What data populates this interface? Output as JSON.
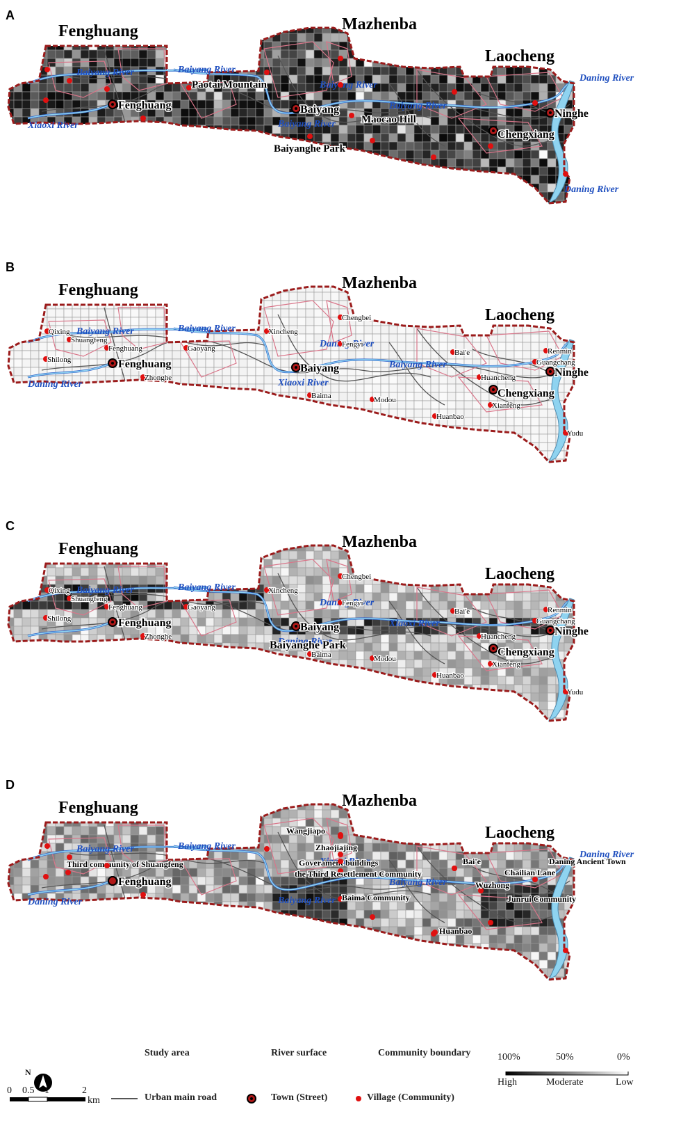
{
  "figure": {
    "panels": [
      {
        "letter": "A",
        "regions": [
          "Fenghuang",
          "Mazhenba",
          "Laocheng"
        ],
        "towns": [
          "Fenghuang",
          "Baiyang",
          "Chengxiang",
          "Ninghe"
        ],
        "villages": [],
        "places": [
          "Paotai Mountain",
          "Maocao Hill",
          "Baiyanghe Park"
        ],
        "rivers": [
          "Baiyang River",
          "Baiyang River",
          "Baiyang River",
          "Baiyang River",
          "Baiyang River",
          "Xiaoxi River",
          "Daning River",
          "Daning River"
        ]
      },
      {
        "letter": "B",
        "regions": [
          "Fenghuang",
          "Mazhenba",
          "Laocheng"
        ],
        "towns": [
          "Fenghuang",
          "Baiyang",
          "Chengxiang",
          "Ninghe"
        ],
        "villages": [
          "Qixing",
          "Shuangfeng",
          "Fenghuang",
          "Shilong",
          "Zhonghe",
          "Gaoyang",
          "Xincheng",
          "Chengbei",
          "Fengyi",
          "Baima",
          "Modou",
          "Bai'e",
          "Huancheng",
          "Huanbao",
          "Xianfeng",
          "Renmin",
          "Guangchang",
          "Yudu"
        ],
        "places": [],
        "rivers": [
          "Baiyang River",
          "Baiyang River",
          "Baiyang River",
          "Xiaoxi River",
          "Daning River",
          "Daning River"
        ]
      },
      {
        "letter": "C",
        "regions": [
          "Fenghuang",
          "Mazhenba",
          "Laocheng"
        ],
        "towns": [
          "Fenghuang",
          "Baiyang",
          "Chengxiang",
          "Ninghe"
        ],
        "villages": [
          "Qixing",
          "Shuangfeng",
          "Fenghuang",
          "Shilong",
          "Zhonghe",
          "Gaoyang",
          "Xincheng",
          "Chengbei",
          "Fengyi",
          "Baima",
          "Modou",
          "Bai'e",
          "Huancheng",
          "Huanbao",
          "Xianfeng",
          "Renmin",
          "Guangchang",
          "Yudu"
        ],
        "places": [
          "Baiyanghe Park"
        ],
        "rivers": [
          "Baiyang River",
          "Baiyang River",
          "Xiaoxi River",
          "Daning River",
          "Daning River"
        ]
      },
      {
        "letter": "D",
        "regions": [
          "Fenghuang",
          "Mazhenba",
          "Laocheng"
        ],
        "towns": [
          "Fenghuang"
        ],
        "villages": [],
        "places": [
          "Third community of Shuangfeng",
          "Wangjiapo",
          "Zhaojiajing",
          "Goverament buildings",
          "the Third Resettlement Community",
          "Baima Community",
          "Bai'e",
          "Wuzhong",
          "Chailian Lane",
          "Daning Ancient Town",
          "Junrui Community",
          "Huanbao"
        ],
        "rivers": [
          "Baiyang River",
          "Baiyang River",
          "Baiyang River",
          "Baiyang River",
          "Xiaoxi River",
          "Daning River",
          "Daning River"
        ]
      }
    ]
  },
  "legend": {
    "north": "N",
    "scale_ticks": [
      "0",
      "0.5",
      "1",
      "2"
    ],
    "scale_unit": "km",
    "study_area": "Study area",
    "river_surface": "River surface",
    "community_boundary": "Community boundary",
    "urban_main_road": "Urban main road",
    "town": "Town (Street)",
    "village": "Village (Community)",
    "ramp_pct": [
      "100%",
      "50%",
      "0%"
    ],
    "ramp_labels": [
      "High",
      "Moderate",
      "Low"
    ]
  },
  "colors": {
    "boundary": "#9b1b1b",
    "community": "#d9768a",
    "river": "#8fd3f0",
    "river_label": "#1f4fbf",
    "village_dot": "#e01010"
  }
}
